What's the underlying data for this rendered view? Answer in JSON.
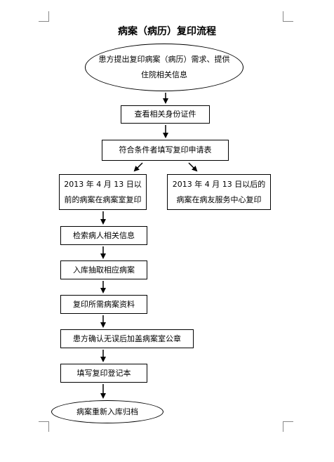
{
  "document": {
    "title": "病案（病历）复印流程",
    "steps": {
      "start": "患方提出复印病案（病历）需求、提供住院相关信息",
      "check_id": "查看相关身份证件",
      "fill_form": "符合条件者填写复印申请表",
      "before_date": "2013 年 4 月 13 日以前的病案在病案室复印",
      "after_date": "2013 年 4 月 13 日以后的病案在病友服务中心复印",
      "retrieve_info": "检索病人相关信息",
      "pull_records": "入库抽取相应病案",
      "copy_records": "复印所需病案资料",
      "confirm_stamp": "患方确认无误后加盖病案室公章",
      "register": "填写复印登记本",
      "end": "病案重新入库归档"
    }
  }
}
